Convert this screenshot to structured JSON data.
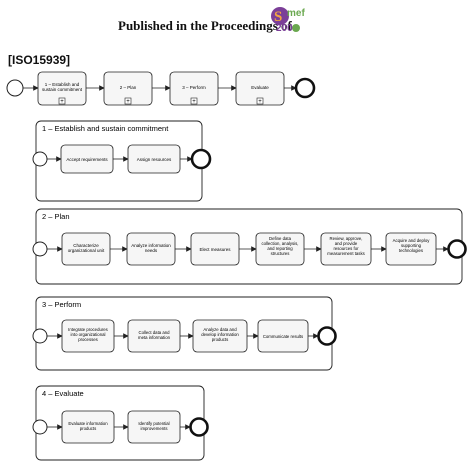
{
  "header": {
    "title": "Published in the Proceedings of",
    "logo_text_top": "mef",
    "logo_text_bottom": "200",
    "logo_letter": "S"
  },
  "standard_label": "[ISO15939]",
  "main_flow": {
    "tasks": [
      {
        "label": "1 – Establish and sustain commitment",
        "marker": "+"
      },
      {
        "label": "2 – Plan",
        "marker": "+"
      },
      {
        "label": "3 – Perform",
        "marker": "+"
      },
      {
        "label": "Evaluate",
        "marker": "+"
      }
    ]
  },
  "subprocesses": [
    {
      "title": "1 – Establish and sustain commitment",
      "tasks": [
        "Accept requirements",
        "Assign resources"
      ]
    },
    {
      "title": "2 – Plan",
      "tasks": [
        "Characterize organizational unit",
        "Analyze information needs",
        "Elect measures",
        "Define data collection, analysis, and reporting structures",
        "Review, approve, and provide resources for measurement tasks",
        "Acquire and deploy supporting technologies"
      ]
    },
    {
      "title": "3 – Perform",
      "tasks": [
        "Integrate procedures into organizational processes",
        "Collect data and meta information",
        "Analyze data and develop information products",
        "Communicate results"
      ]
    },
    {
      "title": "4 – Evaluate",
      "tasks": [
        "Evaluate information products",
        "Identify potential improvements"
      ]
    }
  ],
  "colors": {
    "stroke": "#222222",
    "task_fill": "#f6f6f6",
    "logo_green": "#6aa84f",
    "logo_purple": "#7b3f98",
    "logo_orange": "#f2a541"
  }
}
